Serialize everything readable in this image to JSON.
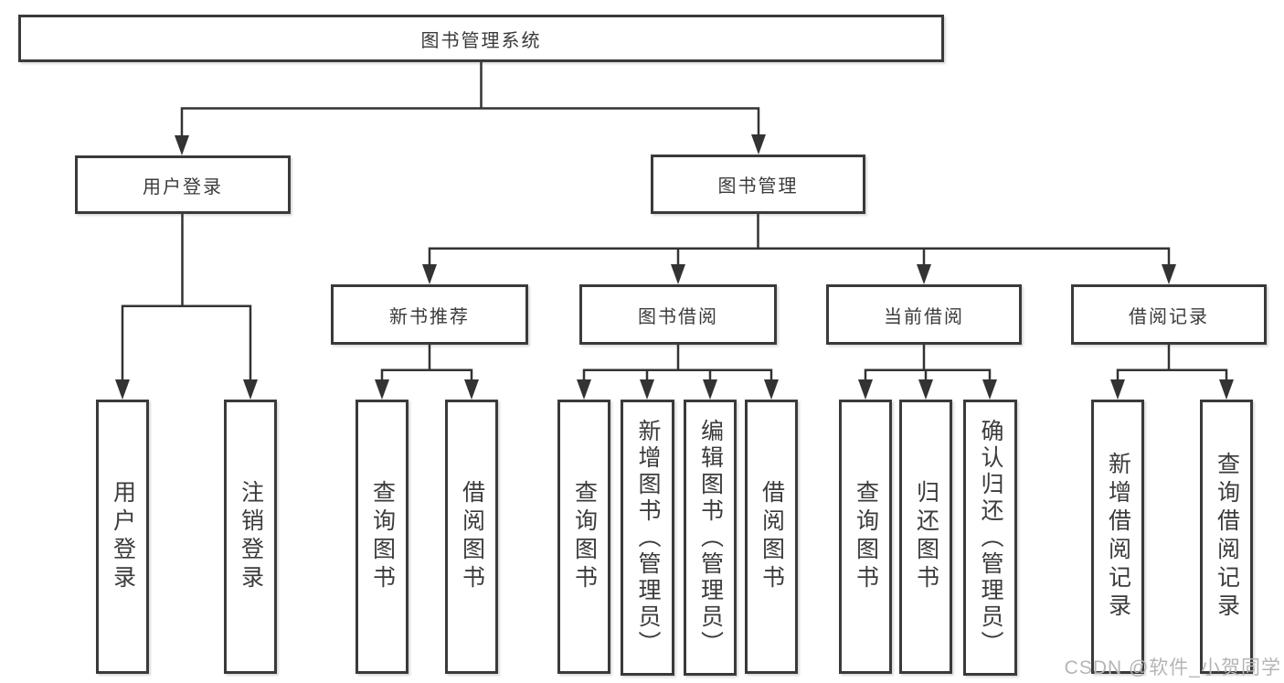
{
  "nodes": {
    "root": {
      "label": "图书管理系统"
    },
    "level2": [
      {
        "label": "用户登录"
      },
      {
        "label": "图书管理"
      }
    ],
    "level3": [
      {
        "label": "新书推荐",
        "parent": "图书管理"
      },
      {
        "label": "图书借阅",
        "parent": "图书管理"
      },
      {
        "label": "当前借阅",
        "parent": "图书管理"
      },
      {
        "label": "借阅记录",
        "parent": "图书管理"
      }
    ],
    "leaves": [
      {
        "label": "用户登录",
        "parent": "用户登录"
      },
      {
        "label": "注销登录",
        "parent": "用户登录"
      },
      {
        "label": "查询图书",
        "parent": "新书推荐"
      },
      {
        "label": "借阅图书",
        "parent": "新书推荐"
      },
      {
        "label": "查询图书",
        "parent": "图书借阅"
      },
      {
        "label": "新增图书（管理员）",
        "parent": "图书借阅"
      },
      {
        "label": "编辑图书（管理员）",
        "parent": "图书借阅"
      },
      {
        "label": "借阅图书",
        "parent": "图书借阅"
      },
      {
        "label": "查询图书",
        "parent": "当前借阅"
      },
      {
        "label": "归还图书",
        "parent": "当前借阅"
      },
      {
        "label": "确认归还（管理员）",
        "parent": "当前借阅"
      },
      {
        "label": "新增借阅记录",
        "parent": "借阅记录"
      },
      {
        "label": "查询借阅记录",
        "parent": "借阅记录"
      }
    ]
  },
  "watermark": {
    "text": "CSDN @软件_小贺同学",
    "color": "#b5b5b5"
  },
  "colors": {
    "line": "#333333",
    "box_border": "#3a3a3a",
    "text": "#3b3b3b",
    "background": "#ffffff"
  }
}
